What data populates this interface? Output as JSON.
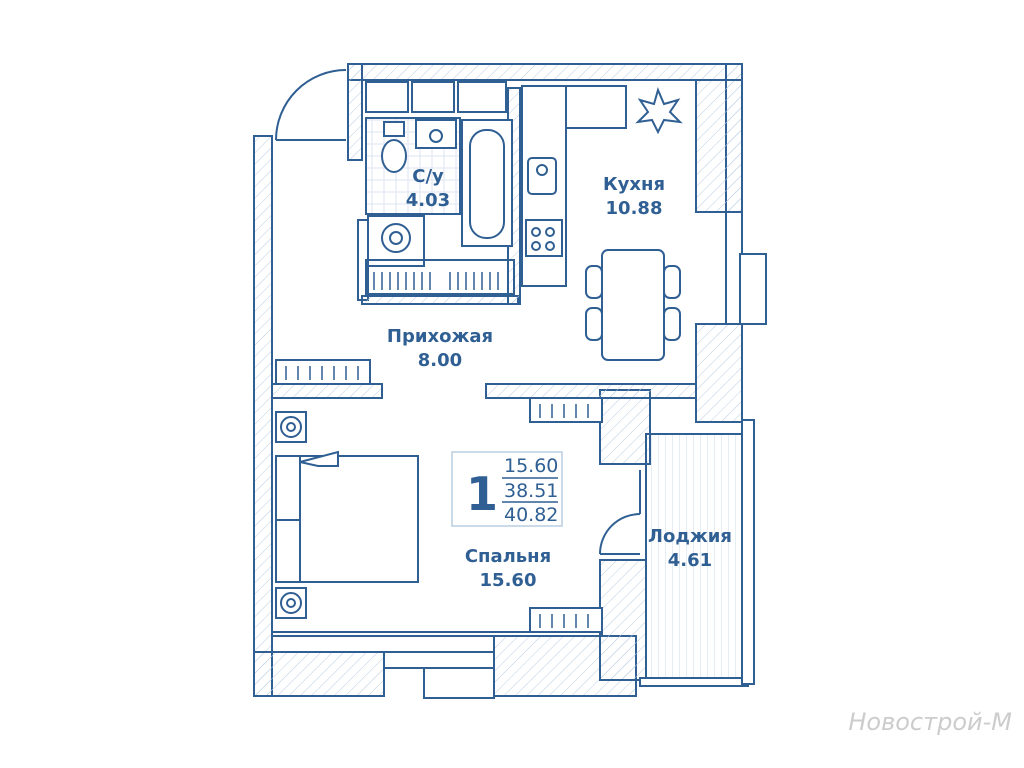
{
  "rooms": {
    "bathroom": {
      "name": "С/у",
      "area": "4.03"
    },
    "kitchen": {
      "name": "Кухня",
      "area": "10.88"
    },
    "hallway": {
      "name": "Прихожая",
      "area": "8.00"
    },
    "bedroom": {
      "name": "Спальня",
      "area": "15.60"
    },
    "loggia": {
      "name": "Лоджия",
      "area": "4.61"
    }
  },
  "summary": {
    "rooms_count": "1",
    "living_area": "15.60",
    "total_area": "38.51",
    "total_area_with_loggia": "40.82"
  },
  "watermark": "Новострой-М",
  "colors": {
    "line": "#2f5f93",
    "hatch": "#b9cde2",
    "background": "#ffffff"
  }
}
